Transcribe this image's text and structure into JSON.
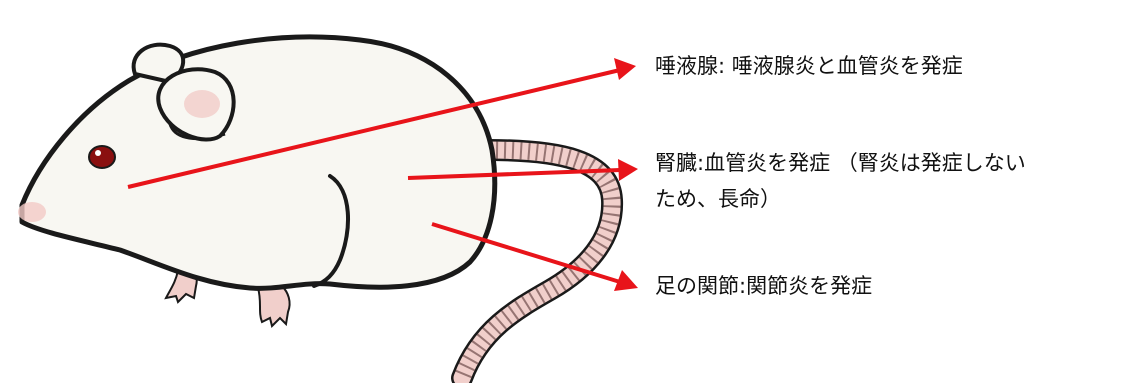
{
  "annotations": [
    {
      "id": "salivary-gland",
      "text": "唾液腺:  唾液腺炎と血管炎を発症"
    },
    {
      "id": "kidney",
      "lines": [
        "腎臓:血管炎を発症 （腎炎は発症しない",
        "ため、長命）"
      ]
    },
    {
      "id": "foot-joint",
      "text": "足の関節:関節炎を発症"
    }
  ],
  "colors": {
    "arrow": "#e8141a",
    "body": "#f8f7f2",
    "outline": "#1a1a1a",
    "ear_inner": "#f2c9c6",
    "eye": "#8a1010",
    "tail": "#f1cfcb"
  },
  "illustration": "white-mouse"
}
